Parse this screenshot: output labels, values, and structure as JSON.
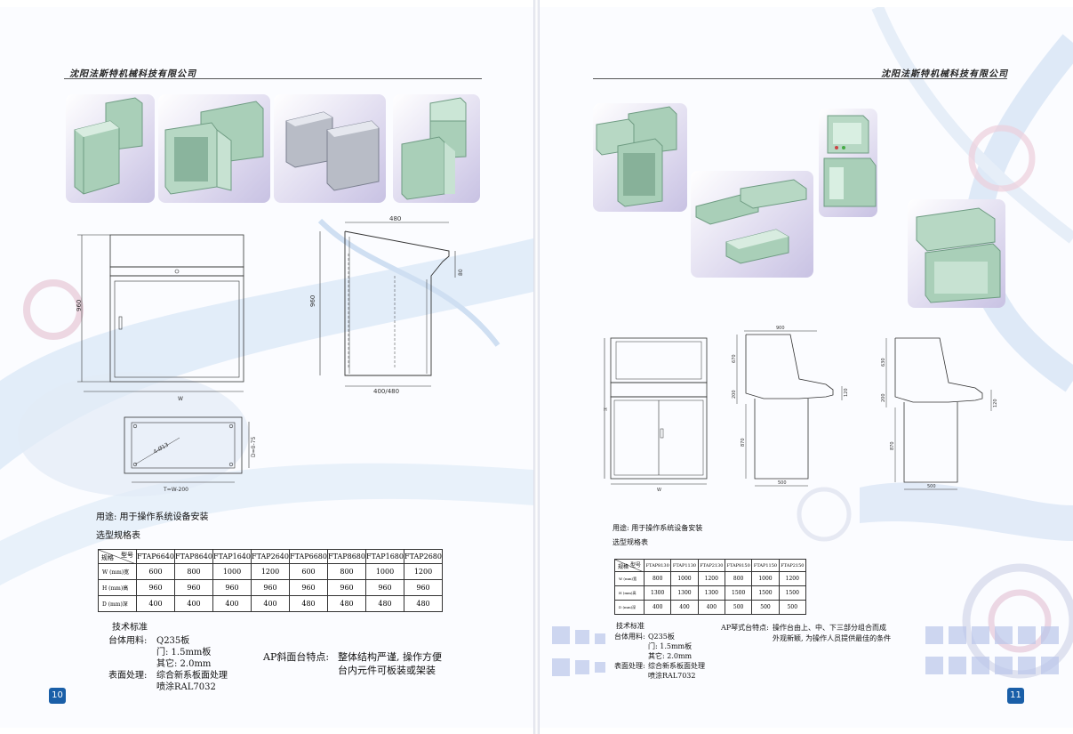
{
  "left": {
    "header": "沈阳法斯特机械科技有限公司",
    "dims": {
      "height": "960",
      "width": "W",
      "top": "480",
      "bottom": "400/480",
      "offset": "80",
      "plan_depth": "D=0-75",
      "plan_width": "T=W-200",
      "holes": "4-Ø13"
    },
    "usage": "用途: 用于操作系统设备安装",
    "selection_title": "选型规格表",
    "table": {
      "corner_top": "型号",
      "corner_bottom": "规格",
      "models": [
        "FTAP6640",
        "FTAP8640",
        "FTAP1640",
        "FTAP2640",
        "FTAP6680",
        "FTAP8680",
        "FTAP1680",
        "FTAP2680"
      ],
      "rows": [
        {
          "label": "W (mm)宽",
          "values": [
            "600",
            "800",
            "1000",
            "1200",
            "600",
            "800",
            "1000",
            "1200"
          ]
        },
        {
          "label": "H (mm)高",
          "values": [
            "960",
            "960",
            "960",
            "960",
            "960",
            "960",
            "960",
            "960"
          ]
        },
        {
          "label": "D (mm)深",
          "values": [
            "400",
            "400",
            "400",
            "400",
            "480",
            "480",
            "480",
            "480"
          ]
        }
      ]
    },
    "tech": {
      "title": "技术标准",
      "material_label": "台体用料:",
      "material_1": "Q235板",
      "material_2": "门: 1.5mm板",
      "material_3": "其它: 2.0mm",
      "surface_label": "表面处理:",
      "surface_1": "综合新系板面处理",
      "surface_2": "喷涂RAL7032"
    },
    "feature_label": "AP斜面台特点:",
    "feature_1": "整体结构严谨, 操作方便",
    "feature_2": "台内元件可板装或架装",
    "page_number": "10"
  },
  "right": {
    "header": "沈阳法斯特机械科技有限公司",
    "dims": {
      "width": "W",
      "height": "H",
      "top_width": "900",
      "upper": "670",
      "middle": "200",
      "ledge": "120",
      "lower": "870",
      "base": "500",
      "upper2": "630",
      "middle2": "200",
      "ledge2": "120",
      "lower2": "870",
      "base2": "500"
    },
    "usage": "用途: 用于操作系统设备安装",
    "selection_title": "选型规格表",
    "table": {
      "corner_top": "型号",
      "corner_bottom": "规格",
      "models": [
        "FTAP8130",
        "FTAP1130",
        "FTAP2130",
        "FTAP8150",
        "FTAP1150",
        "FTAP2150"
      ],
      "rows": [
        {
          "label": "W (mm)宽",
          "values": [
            "800",
            "1000",
            "1200",
            "800",
            "1000",
            "1200"
          ]
        },
        {
          "label": "H (mm)高",
          "values": [
            "1300",
            "1300",
            "1300",
            "1500",
            "1500",
            "1500"
          ]
        },
        {
          "label": "D (mm)深",
          "values": [
            "400",
            "400",
            "400",
            "500",
            "500",
            "500"
          ]
        }
      ]
    },
    "tech": {
      "title": "技术标准",
      "material_label": "台体用料:",
      "material_1": "Q235板",
      "material_2": "门: 1.5mm板",
      "material_3": "其它: 2.0mm",
      "surface_label": "表面处理:",
      "surface_1": "综合新系板面处理",
      "surface_2": "喷涂RAL7032"
    },
    "feature_label": "AP琴式台特点:",
    "feature_1": "操作台由上、中、下三部分组合而成",
    "feature_2": "外观新颖, 为操作人员提供最佳的条件",
    "page_number": "11"
  },
  "colors": {
    "cabinet": "#a9cfb8",
    "cabinet_dark": "#7fae95",
    "steel": "#b8bcc6",
    "photo_bg": "#d9d4ec",
    "page_badge": "#1a5fa8",
    "swoosh": "#c9dcf3"
  }
}
